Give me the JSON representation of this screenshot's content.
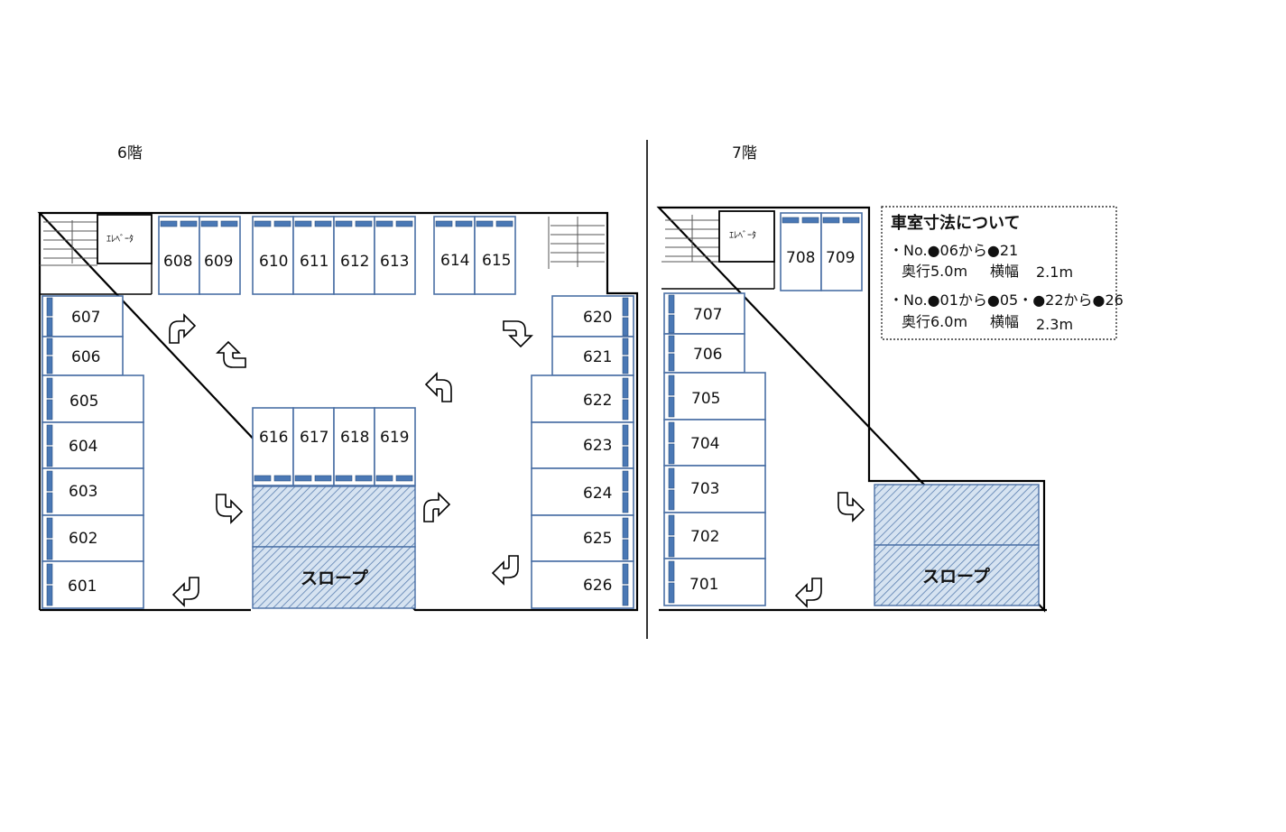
{
  "floors": {
    "f6": {
      "label": "6階",
      "elevator": "ｴﾚﾍﾞｰﾀ",
      "slope": "スロープ",
      "stalls": [
        "601",
        "602",
        "603",
        "604",
        "605",
        "606",
        "607",
        "608",
        "609",
        "610",
        "611",
        "612",
        "613",
        "614",
        "615",
        "616",
        "617",
        "618",
        "619",
        "620",
        "621",
        "622",
        "623",
        "624",
        "625",
        "626"
      ]
    },
    "f7": {
      "label": "7階",
      "elevator": "ｴﾚﾍﾞｰﾀ",
      "slope": "スロープ",
      "stalls": [
        "701",
        "702",
        "703",
        "704",
        "705",
        "706",
        "707",
        "708",
        "709"
      ]
    }
  },
  "note": {
    "title": "車室寸法について",
    "line1": "・No.●06から●21",
    "line2_depth": "奥行5.0m",
    "line2_width_label": "横幅",
    "line2_width": "2.1m",
    "line3": "・No.●01から●05・●22から●26",
    "line4_depth": "奥行6.0m",
    "line4_width_label": "横幅",
    "line4_width": "2.3m"
  }
}
